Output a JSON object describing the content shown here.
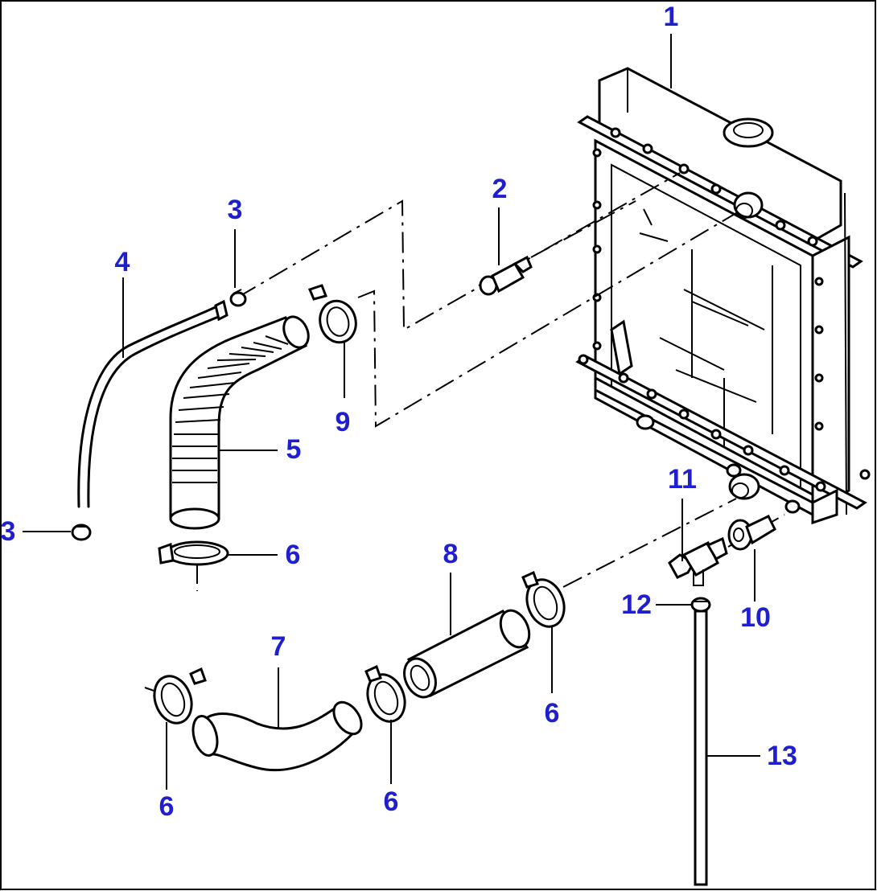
{
  "callouts": {
    "c1": "1",
    "c2": "2",
    "c3a": "3",
    "c3b": "3",
    "c4": "4",
    "c5": "5",
    "c6a": "6",
    "c6b": "6",
    "c6c": "6",
    "c6d": "6",
    "c7": "7",
    "c8": "8",
    "c9": "9",
    "c10": "10",
    "c11": "11",
    "c12": "12",
    "c13": "13"
  },
  "colors": {
    "callout": "#1f1fd0",
    "line": "#000000",
    "background": "#ffffff"
  }
}
